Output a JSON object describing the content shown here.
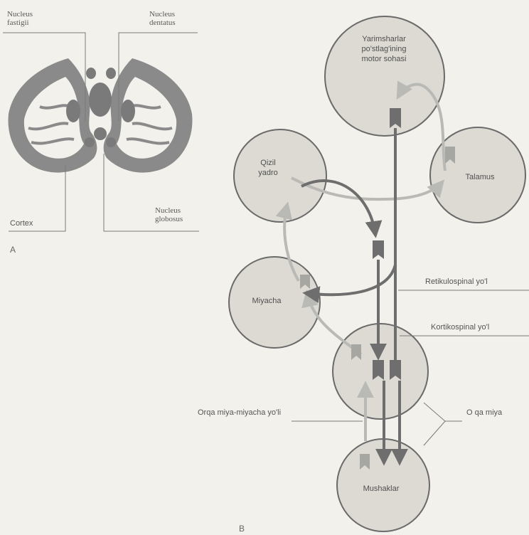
{
  "panel_a": {
    "letter": "A",
    "labels": {
      "fastigii": [
        "Nucleus",
        "fastigii"
      ],
      "dentatus": [
        "Nucleus",
        "dentatus"
      ],
      "cortex": "Cortex",
      "globosus": [
        "Nucleus",
        "globosus"
      ]
    }
  },
  "panel_b": {
    "letter": "B",
    "nodes": {
      "motor_cortex": [
        "Yarimsharlar",
        "po'stlag'ining",
        "motor sohasi"
      ],
      "red_nucleus": [
        "Qizil",
        "yadro"
      ],
      "thalamus": "Talamus",
      "cerebellum": "Miyacha",
      "spinal_cord": "",
      "muscles": "Mushaklar"
    },
    "pathway_labels": {
      "reticulospinal": "Retikulospinal yo'l",
      "corticospinal": "Kortikospinal yo'l",
      "spinocerebellar": "Orqa miya-miyacha yo'li",
      "spinal_cord": "O qa miya"
    }
  },
  "colors": {
    "background": "#f3f1ec",
    "node_fill": "#dddad4",
    "node_stroke": "#6a6a6a",
    "descending_path": "#6e6e6e",
    "ascending_path": "#b9b9b6",
    "brain_tissue": "#7a7a7a"
  }
}
